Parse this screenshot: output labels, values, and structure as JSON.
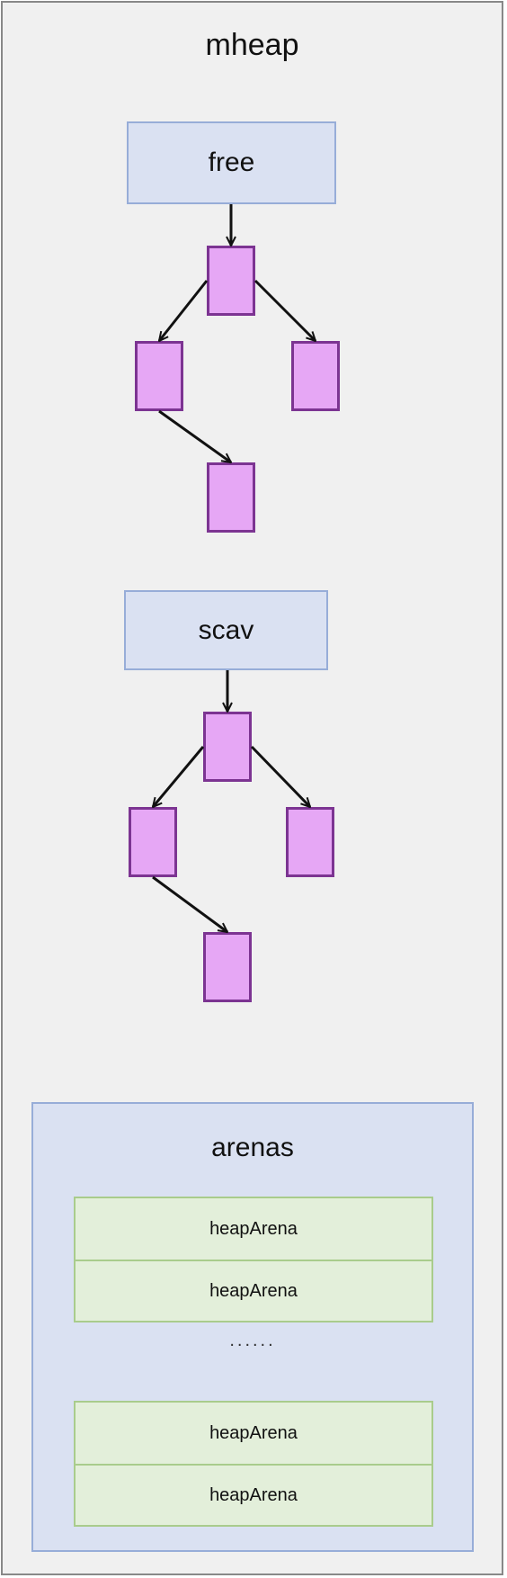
{
  "mheap": {
    "title": "mheap"
  },
  "trees": [
    {
      "label": "free"
    },
    {
      "label": "scav"
    }
  ],
  "arenas": {
    "title": "arenas",
    "items": [
      "heapArena",
      "heapArena",
      "heapArena",
      "heapArena"
    ],
    "ellipsis": "......"
  },
  "colors": {
    "container_fill": "#f0f0f0",
    "head_fill": "#dae1f2",
    "head_border": "#97add8",
    "node_fill": "#e6a7f5",
    "node_border": "#7c3492",
    "arena_fill": "#e3efda",
    "arena_border": "#a9cc8c"
  }
}
